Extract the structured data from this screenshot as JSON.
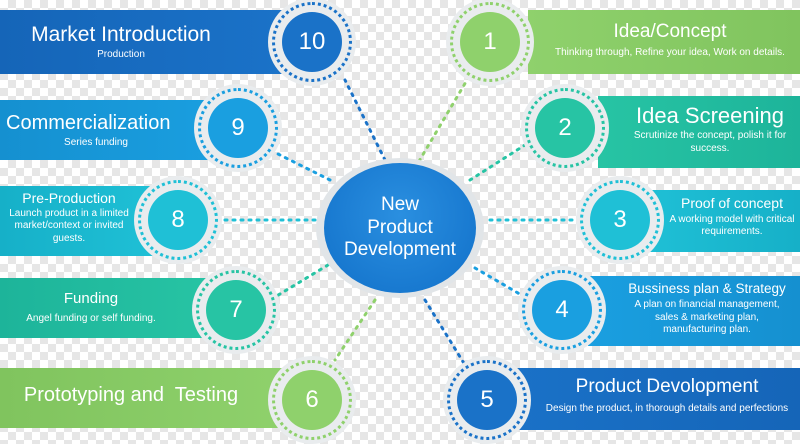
{
  "hub": {
    "line1": "New",
    "line2": "Product",
    "line3": "Development"
  },
  "steps": [
    {
      "number": "1",
      "title": "Idea/Concept",
      "subtitle": "Thinking through, Refine your idea, Work on details.",
      "color": "#8fd16c"
    },
    {
      "number": "2",
      "title": "Idea Screening",
      "subtitle": "Scrutinize the concept, polish it for success.",
      "color": "#27c4a4"
    },
    {
      "number": "3",
      "title": "Proof of concept",
      "subtitle": "A working model with critical requirements.",
      "color": "#1fc0d6"
    },
    {
      "number": "4",
      "title": "Bussiness plan & Strategy",
      "subtitle": "A plan on financial management, sales & marketing plan, manufacturing plan.",
      "color": "#1a9fe0"
    },
    {
      "number": "5",
      "title": "Product Devolopment",
      "subtitle": "Design the product, in thorough details and perfections",
      "color": "#1a72c8"
    },
    {
      "number": "6",
      "title": "Prototyping and  Testing",
      "subtitle": "",
      "color": "#8fd16c"
    },
    {
      "number": "7",
      "title": "Funding",
      "subtitle": "Angel funding or self funding.",
      "color": "#27c4a4"
    },
    {
      "number": "8",
      "title": "Pre-Production",
      "subtitle": "Launch product in a limited market/context or invited guests.",
      "color": "#1fc0d6"
    },
    {
      "number": "9",
      "title": "Commercialization",
      "subtitle": "Series funding",
      "color": "#1a9fe0"
    },
    {
      "number": "10",
      "title": "Market Introduction",
      "subtitle": "Production",
      "color": "#1a72c8"
    }
  ]
}
